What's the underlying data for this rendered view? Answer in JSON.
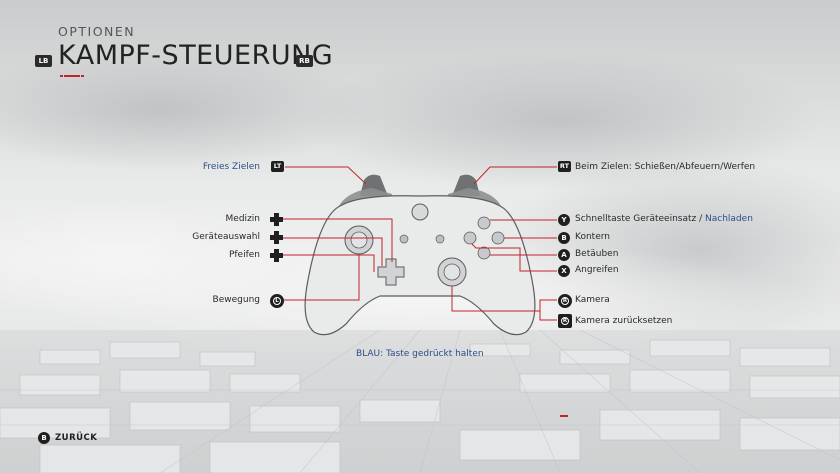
{
  "header": {
    "section": "OPTIONEN",
    "title": "KAMPF-STEUERUNG",
    "lb": "LB",
    "rb": "RB"
  },
  "left_labels": {
    "free_aim": "Freies Zielen",
    "free_aim_btn": "LT",
    "medizin": "Medizin",
    "geraeteauswahl": "Geräteauswahl",
    "pfeifen": "Pfeifen",
    "bewegung": "Bewegung",
    "bewegung_btn": "L"
  },
  "right_labels": {
    "rt_btn": "RT",
    "rt_text": "Beim Zielen: Schießen/Abfeuern/Werfen",
    "y_btn": "Y",
    "y_text": "Schnelltaste Geräteeinsatz /",
    "y_text_blue": "Nachladen",
    "b_btn": "B",
    "b_text": "Kontern",
    "a_btn": "A",
    "a_text": "Betäuben",
    "x_btn": "X",
    "x_text": "Angreifen",
    "r_btn": "R",
    "r_text": "Kamera",
    "r2_btn": "R",
    "r2_text": "Kamera zurücksetzen"
  },
  "hint": "BLAU: Taste gedrückt halten",
  "footer": {
    "back_btn": "B",
    "back_label": "ZURÜCK"
  },
  "colors": {
    "accent_red": "#c0242c",
    "hold_blue": "#2a4f8a"
  }
}
